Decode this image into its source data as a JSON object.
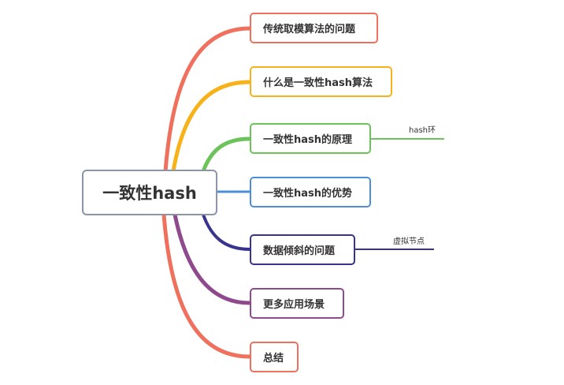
{
  "root": {
    "label": "一致性hash",
    "color": "#8a96a8"
  },
  "branches": [
    {
      "label": "传统取模算法的问题",
      "color": "#f0705e"
    },
    {
      "label": "什么是一致性hash算法",
      "color": "#f7b21a"
    },
    {
      "label": "一致性hash的原理",
      "color": "#6cc35a",
      "sub": "hash环"
    },
    {
      "label": "一致性hash的优势",
      "color": "#4a8fd8"
    },
    {
      "label": "数据倾斜的问题",
      "color": "#38338f",
      "sub": "虚拟节点"
    },
    {
      "label": "更多应用场景",
      "color": "#8e4a8c"
    },
    {
      "label": "总结",
      "color": "#f0705e"
    }
  ]
}
